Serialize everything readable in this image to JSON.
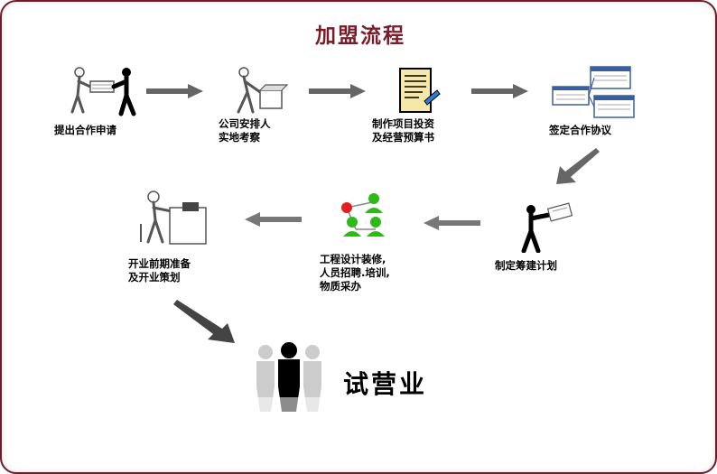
{
  "title": "加盟流程",
  "steps": [
    {
      "label": "提出合作申请"
    },
    {
      "label_line1": "公司安排人",
      "label_line2": "实地考察"
    },
    {
      "label_line1": "制作项目投资",
      "label_line2": "及经营预算书"
    },
    {
      "label": "签定合作协议"
    },
    {
      "label": "制定筹建计划"
    },
    {
      "label_line1": "工程设计装修,",
      "label_line2": "人员招聘.培训,",
      "label_line3": "物质采办"
    },
    {
      "label_line1": "开业前期准备",
      "label_line2": "及开业策划"
    }
  ],
  "final": {
    "label": "试营业"
  },
  "colors": {
    "border": "#6b1e2a",
    "title": "#7a1d2a",
    "arrow": "#555555",
    "node_green": "#2fb81a",
    "node_red": "#e32020"
  },
  "icons": [
    "handover-icon",
    "inspection-icon",
    "document-icon",
    "agreement-windows-icon",
    "presenter-icon",
    "org-chart-icon",
    "desk-worker-icon",
    "group-people-icon"
  ]
}
